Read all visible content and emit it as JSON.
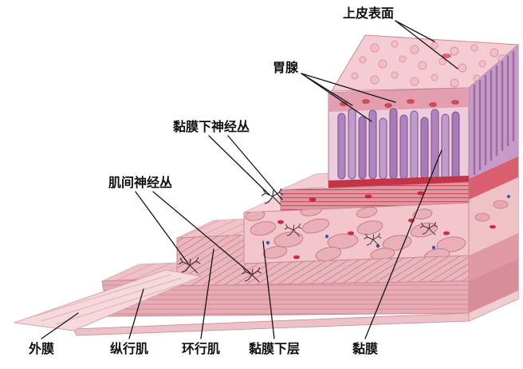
{
  "figure": {
    "type": "anatomy-diagram",
    "subject": "stomach wall layered cross-section",
    "labels": {
      "epithelial_surface": "上皮表面",
      "gastric_gland": "胃腺",
      "submucosal_nerve_plexus": "黏膜下神经丛",
      "myenteric_nerve_plexus": "肌间神经丛",
      "serosa": "外膜",
      "longitudinal_muscle": "纵行肌",
      "circular_muscle": "环行肌",
      "submucosa": "黏膜下层",
      "mucosa": "黏膜"
    },
    "colors": {
      "background": "#ffffff",
      "tissue_light": "#f6d9dd",
      "tissue_pink": "#eec3cb",
      "muscle_pink": "#e59aa8",
      "gland_purple": "#b183bd",
      "vessel_red": "#cc3347",
      "vessel_blue": "#3f55a8",
      "line_black": "#141414"
    }
  }
}
